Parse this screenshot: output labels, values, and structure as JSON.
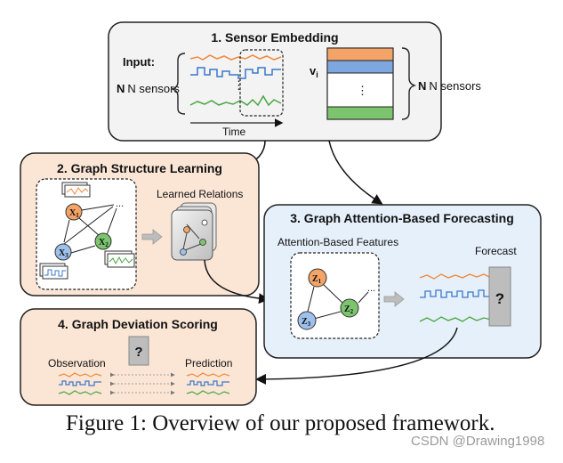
{
  "sensor_embedding": {
    "title": "1. Sensor Embedding",
    "input_label": "Input:",
    "n_sensors_label": "N sensors",
    "n_sensors_label_right": "N sensors",
    "time_label": "Time",
    "vi_label": "v",
    "vi_sub": "i",
    "vdots": "⋮",
    "colors": {
      "orange": "#f0883a",
      "blue": "#3a78c9",
      "green": "#4aa644"
    }
  },
  "graph_structure_learning": {
    "title": "2. Graph Structure Learning",
    "learned_relations_label": "Learned Relations",
    "nodes": {
      "x1": "X",
      "x1_sub": "1",
      "x2": "X",
      "x2_sub": "2",
      "x3": "X",
      "x3_sub": "3",
      "ellipsis": "..."
    }
  },
  "graph_attention_forecasting": {
    "title": "3. Graph Attention-Based Forecasting",
    "features_label": "Attention-Based Features",
    "forecast_label": "Forecast",
    "question_mark": "?",
    "nodes": {
      "z1": "Z",
      "z1_sub": "1",
      "z2": "Z",
      "z2_sub": "2",
      "z3": "Z",
      "z3_sub": "3",
      "ellipsis": "..."
    }
  },
  "graph_deviation_scoring": {
    "title": "4. Graph Deviation Scoring",
    "observation_label": "Observation",
    "prediction_label": "Prediction",
    "question_mark": "?"
  },
  "caption": "Figure 1: Overview of our proposed framework.",
  "watermark": "CSDN @Drawing1998"
}
